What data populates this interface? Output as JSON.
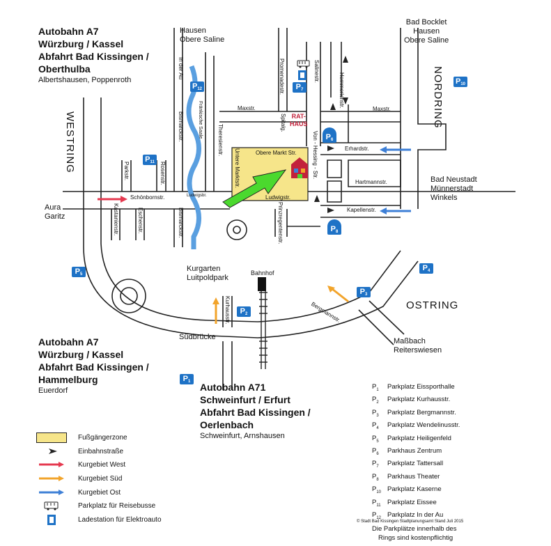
{
  "highways": {
    "north_west": {
      "lines": [
        "Autobahn A7",
        "Würzburg / Kassel",
        "Abfahrt Bad Kissingen /",
        "Oberthulba"
      ],
      "sub": "Albertshausen, Poppenroth"
    },
    "south_west": {
      "lines": [
        "Autobahn A7",
        "Würzburg / Kassel",
        "Abfahrt Bad Kissingen /",
        "Hammelburg"
      ],
      "sub": "Euerdorf"
    },
    "south": {
      "lines": [
        "Autobahn A71",
        "Schweinfurt / Erfurt",
        "Abfahrt Bad Kissingen /",
        "Oerlenbach"
      ],
      "sub": "Schweinfurt, Arnshausen"
    }
  },
  "places": {
    "hausen": [
      "Hausen",
      "Obere Saline"
    ],
    "bocklet": [
      "Bad Bocklet",
      "Hausen",
      "Obere Saline"
    ],
    "neustadt": [
      "Bad Neustadt",
      "Münnerstadt",
      "Winkels"
    ],
    "aura": [
      "Aura",
      "Garitz"
    ],
    "kurgarten": [
      "Kurgarten",
      "Luitpoldpark"
    ],
    "massbach": [
      "Maßbach",
      "Reiterswiesen"
    ],
    "bahnhof": "Bahnhof",
    "rathaus": [
      "RAT-",
      "HAUS"
    ]
  },
  "rings": {
    "west": "WESTRING",
    "north": "NORDRING",
    "east": "OSTRING"
  },
  "streets": {
    "maxstr_w": "Maxstr.",
    "maxstr_e": "Maxstr.",
    "obere_markt": "Obere Markt Str.",
    "untere_markt": "Untere Marktstr.",
    "ludwigstr": "Ludwigstr.",
    "ludwigsbr": "Ludwigsbr.",
    "schoenborn": "Schönbornstr.",
    "erhardstr": "Erhardstr.",
    "hartmann": "Hartmannstr.",
    "kapellen": "Kapellenstr.",
    "von_hessing": "Von - Hessing - Str.",
    "promenade": "Promenadestr.",
    "saline": "Salinestr.",
    "hemmerich": "Hemmerichstr.",
    "in_der_au": "In der Au",
    "fraenk_saale": "Fränkische Saale",
    "bismarck_n": "Bismarckstr.",
    "bismarck_s": "Bismarckstr.",
    "theresien": "Theresienstr.",
    "spitalg": "Spitalg.",
    "prinzregenten": "Prinzregentenstr.",
    "parkstr": "Parkstr.",
    "rosenstr": "Rosenstr.",
    "eschenstr": "Eschenstr.",
    "kastanien": "Kastanienstr.",
    "kurhaus": "Kurhausstr.",
    "bergmann": "Bergmannstr.",
    "suedbruecke": "Südbrücke"
  },
  "parking": {
    "p1": {
      "label": "P",
      "num": "1"
    },
    "p2": {
      "label": "P",
      "num": "2"
    },
    "p3": {
      "label": "P",
      "num": "3"
    },
    "p4": {
      "label": "P",
      "num": "4"
    },
    "p5": {
      "label": "P",
      "num": "5"
    },
    "p6": {
      "label": "P",
      "num": "6"
    },
    "p7": {
      "label": "P",
      "num": "7"
    },
    "p8": {
      "label": "P",
      "num": "8"
    },
    "p10": {
      "label": "P",
      "num": "10"
    },
    "p11": {
      "label": "P",
      "num": "11"
    },
    "p12": {
      "label": "P",
      "num": "12"
    }
  },
  "legend": [
    {
      "icon": "pedestrian-zone-swatch",
      "label": "Fußgängerzone"
    },
    {
      "icon": "one-way-arrow-icon",
      "label": "Einbahnstraße"
    },
    {
      "icon": "red-arrow-icon",
      "label": "Kurgebiet West"
    },
    {
      "icon": "orange-arrow-icon",
      "label": "Kurgebiet Süd"
    },
    {
      "icon": "blue-arrow-icon",
      "label": "Kurgebiet Ost"
    },
    {
      "icon": "bus-icon",
      "label": "Parkplatz für Reisebusse"
    },
    {
      "icon": "ev-charging-icon",
      "label": "Ladestation für Elektroauto"
    }
  ],
  "parking_list": [
    {
      "code": "1",
      "name": "Parkplatz Eissporthalle"
    },
    {
      "code": "2",
      "name": "Parkplatz Kurhausstr."
    },
    {
      "code": "3",
      "name": "Parkplatz Bergmannstr."
    },
    {
      "code": "4",
      "name": "Parkplatz Wendelinusstr."
    },
    {
      "code": "5",
      "name": "Parkplatz Heiligenfeld"
    },
    {
      "code": "6",
      "name": "Parkhaus Zentrum"
    },
    {
      "code": "7",
      "name": "Parkplatz Tattersall"
    },
    {
      "code": "8",
      "name": "Parkhaus Theater"
    },
    {
      "code": "10",
      "name": "Parkplatz Kaserne"
    },
    {
      "code": "11",
      "name": "Parkplatz Eissee"
    },
    {
      "code": "12",
      "name": "Parkplatz In der Au"
    }
  ],
  "parking_note": [
    "Die  Parkplätze innerhalb des",
    "Rings sind kostenpflichtig"
  ],
  "credit": "© Stadt Bad Kissingen Stadtplanungsamt Stand Juli 2015",
  "colors": {
    "pedestrian": "#f6e58a",
    "parking_blue": "#1e72c6",
    "river": "#5a9fe0",
    "highlight_arrow": "#4bd92e",
    "arrow_red": "#e5394f",
    "arrow_orange": "#f2a42b",
    "arrow_blue": "#3d7fd6",
    "rathaus_red": "#c2223b"
  }
}
